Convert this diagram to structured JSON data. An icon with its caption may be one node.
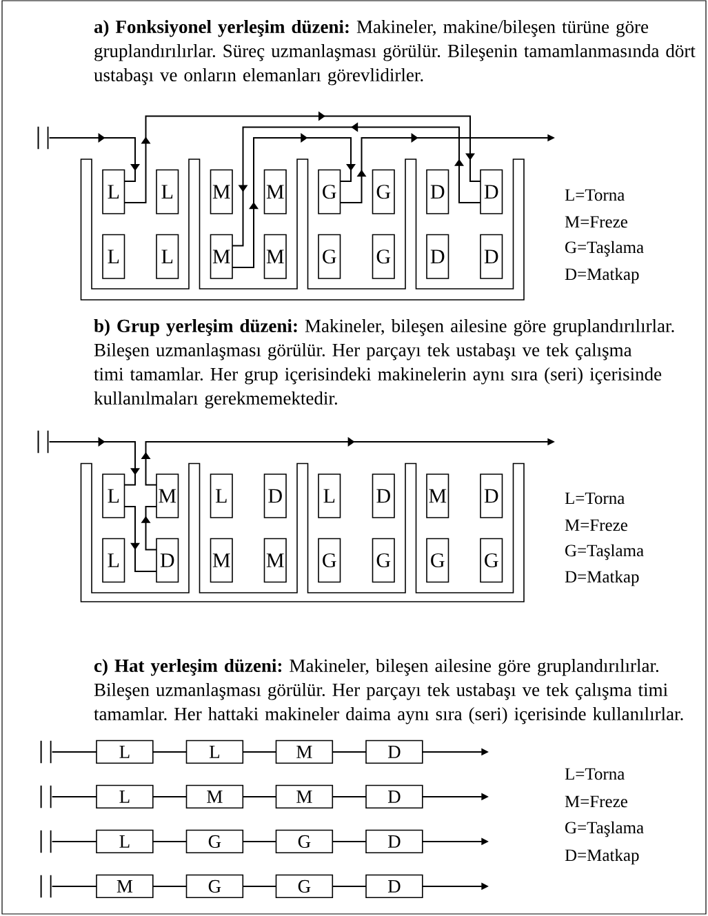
{
  "diagram": {
    "nodes": [
      {
        "text": [],
        "shape": "bar"
      },
      {
        "text": [
          "L"
        ]
      },
      {
        "text": [
          "L"
        ]
      },
      {
        "text": [
          "M"
        ]
      },
      {
        "text": [
          "M"
        ]
      },
      {
        "text": [
          "G"
        ]
      },
      {
        "text": [
          "G"
        ]
      },
      {
        "text": [
          "D"
        ]
      },
      {
        "text": [
          "D"
        ]
      },
      {
        "text": [
          "L"
        ]
      },
      {
        "text": [
          "L"
        ]
      },
      {
        "text": [
          "M"
        ]
      },
      {
        "text": [
          "M"
        ]
      },
      {
        "text": [
          "G"
        ]
      },
      {
        "text": [
          "G"
        ]
      },
      {
        "text": [
          "D"
        ]
      },
      {
        "text": [
          "D"
        ]
      },
      {
        "text": [],
        "shape": "bar"
      },
      {
        "text": [
          "L"
        ]
      },
      {
        "text": [
          "M"
        ]
      },
      {
        "text": [
          "L"
        ]
      },
      {
        "text": [
          "D"
        ]
      },
      {
        "text": [
          "L"
        ]
      },
      {
        "text": [
          "D"
        ]
      },
      {
        "text": [
          "M"
        ]
      },
      {
        "text": [
          "D"
        ]
      },
      {
        "text": [
          "L"
        ]
      },
      {
        "text": [
          "D"
        ]
      },
      {
        "text": [
          "M"
        ]
      },
      {
        "text": [
          "M"
        ]
      },
      {
        "text": [
          "G"
        ]
      },
      {
        "text": [
          "G"
        ]
      },
      {
        "text": [
          "G"
        ]
      },
      {
        "text": [
          "G"
        ]
      },
      {
        "text": [],
        "shape": "bar"
      },
      {
        "text": [
          "L"
        ]
      },
      {
        "text": [
          "L"
        ]
      },
      {
        "text": [
          "M"
        ]
      },
      {
        "text": [
          "D"
        ]
      },
      {
        "text": [],
        "shape": "bar"
      },
      {
        "text": [
          "L"
        ]
      },
      {
        "text": [
          "M"
        ]
      },
      {
        "text": [
          "M"
        ]
      },
      {
        "text": [
          "D"
        ]
      },
      {
        "text": [],
        "shape": "bar"
      },
      {
        "text": [
          "L"
        ]
      },
      {
        "text": [
          "G"
        ]
      },
      {
        "text": [
          "G"
        ]
      },
      {
        "text": [
          "D"
        ]
      },
      {
        "text": [],
        "shape": "bar"
      },
      {
        "text": [
          "M"
        ]
      },
      {
        "text": [
          "G"
        ]
      },
      {
        "text": [
          "G"
        ]
      },
      {
        "text": [
          "D"
        ]
      }
    ],
    "edges": [
      {
        "from": 0,
        "to": 1,
        "arrow": "to"
      },
      {
        "from": 1,
        "to": 8,
        "arrow": "to"
      },
      {
        "from": 8,
        "to": 11,
        "arrow": "to"
      },
      {
        "from": 11,
        "to": 5,
        "arrow": "to"
      },
      {
        "from": 5,
        "to": null,
        "arrow": "to"
      },
      {
        "from": 17,
        "to": 18,
        "arrow": "to"
      },
      {
        "from": 18,
        "to": 27,
        "arrow": "to"
      },
      {
        "from": 27,
        "to": 19,
        "arrow": "to"
      },
      {
        "from": 19,
        "to": null,
        "arrow": "to"
      },
      {
        "from": 34,
        "to": 35,
        "arrow": "none"
      },
      {
        "from": 35,
        "to": 36,
        "arrow": "none"
      },
      {
        "from": 36,
        "to": 37,
        "arrow": "none"
      },
      {
        "from": 37,
        "to": 38,
        "arrow": "none"
      },
      {
        "from": 38,
        "to": null,
        "arrow": "to"
      },
      {
        "from": 39,
        "to": 40,
        "arrow": "none"
      },
      {
        "from": 40,
        "to": 41,
        "arrow": "none"
      },
      {
        "from": 41,
        "to": 42,
        "arrow": "none"
      },
      {
        "from": 42,
        "to": 43,
        "arrow": "none"
      },
      {
        "from": 43,
        "to": null,
        "arrow": "to"
      },
      {
        "from": 44,
        "to": 45,
        "arrow": "none"
      },
      {
        "from": 45,
        "to": 46,
        "arrow": "none"
      },
      {
        "from": 46,
        "to": 47,
        "arrow": "none"
      },
      {
        "from": 47,
        "to": 48,
        "arrow": "none"
      },
      {
        "from": 48,
        "to": null,
        "arrow": "to"
      },
      {
        "from": 49,
        "to": 50,
        "arrow": "none"
      },
      {
        "from": 50,
        "to": 51,
        "arrow": "none"
      },
      {
        "from": 51,
        "to": 52,
        "arrow": "none"
      },
      {
        "from": 52,
        "to": 53,
        "arrow": "none"
      },
      {
        "from": 53,
        "to": null,
        "arrow": "to"
      }
    ],
    "labels": [
      "**a) Fonksiyonel yerleşim düzeni:** Makineler, makine/bileşen türüne göre gruplandırılırlar. Süreç uzmanlaşması görülür. Bileşenin tamamlanmasında dört ustabaşı ve onların elemanları görevlidirler.",
      "L=Torna",
      "M=Freze",
      "G=Taşlama",
      "D=Matkap",
      "**b) Grup yerleşim düzeni:** Makineler, bileşen ailesine göre gruplandırılırlar. Bileşen uzmanlaşması görülür. Her parçayı tek ustabaşı ve tek çalışma timi tamamlar. Her grup içerisindeki makinelerin aynı sıra (seri) içerisinde kullanılmaları gerekmemektedir.",
      "L=Torna",
      "M=Freze",
      "G=Taşlama",
      "D=Matkap",
      "**c) Hat yerleşim düzeni:** Makineler, bileşen ailesine göre gruplandırılırlar. Bileşen uzmanlaşması görülür. Her parçayı tek ustabaşı ve tek çalışma timi tamamlar. Her hattaki makineler daima aynı sıra (seri) içerisinde kullanılırlar.",
      "L=Torna",
      "M=Freze",
      "G=Taşlama",
      "D=Matkap"
    ]
  }
}
